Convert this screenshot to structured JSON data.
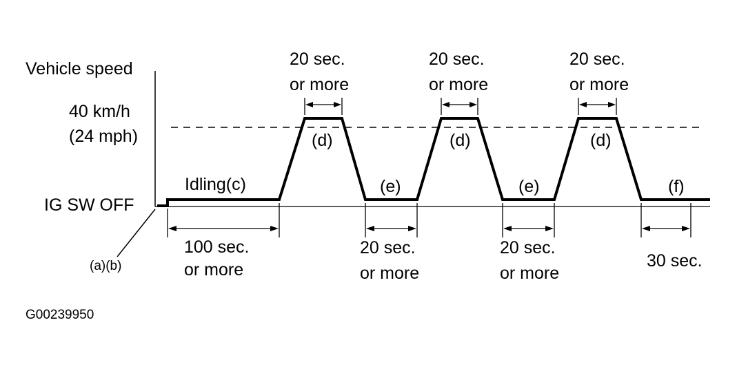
{
  "axis": {
    "y_title": "Vehicle speed",
    "speed_value": "40 km/h",
    "speed_value_mph": "(24 mph)",
    "ig_label": "IG SW OFF"
  },
  "steps": {
    "idling": "Idling(c)",
    "cruise_label": "(d)",
    "decel_label": "(e)",
    "final_label": "(f)",
    "start_label": "(a)(b)"
  },
  "durations": {
    "idle_line1": "100 sec.",
    "idle_line2": "or more",
    "cruise_line1": "20 sec.",
    "cruise_line2": "or more",
    "stop_line1": "20 sec.",
    "stop_line2": "or more",
    "final": "30 sec."
  },
  "figure_id": "G00239950"
}
